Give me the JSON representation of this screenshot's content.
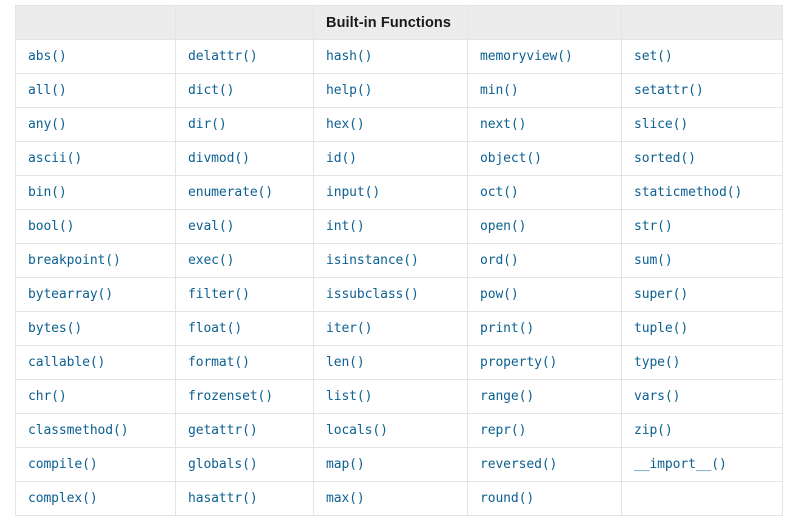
{
  "table": {
    "header": {
      "cells": [
        "",
        "",
        "Built-in Functions",
        "",
        ""
      ]
    },
    "rows": [
      [
        "abs()",
        "delattr()",
        "hash()",
        "memoryview()",
        "set()"
      ],
      [
        "all()",
        "dict()",
        "help()",
        "min()",
        "setattr()"
      ],
      [
        "any()",
        "dir()",
        "hex()",
        "next()",
        "slice()"
      ],
      [
        "ascii()",
        "divmod()",
        "id()",
        "object()",
        "sorted()"
      ],
      [
        "bin()",
        "enumerate()",
        "input()",
        "oct()",
        "staticmethod()"
      ],
      [
        "bool()",
        "eval()",
        "int()",
        "open()",
        "str()"
      ],
      [
        "breakpoint()",
        "exec()",
        "isinstance()",
        "ord()",
        "sum()"
      ],
      [
        "bytearray()",
        "filter()",
        "issubclass()",
        "pow()",
        "super()"
      ],
      [
        "bytes()",
        "float()",
        "iter()",
        "print()",
        "tuple()"
      ],
      [
        "callable()",
        "format()",
        "len()",
        "property()",
        "type()"
      ],
      [
        "chr()",
        "frozenset()",
        "list()",
        "range()",
        "vars()"
      ],
      [
        "classmethod()",
        "getattr()",
        "locals()",
        "repr()",
        "zip()"
      ],
      [
        "compile()",
        "globals()",
        "map()",
        "reversed()",
        "__import__()"
      ],
      [
        "complex()",
        "hasattr()",
        "max()",
        "round()",
        ""
      ]
    ]
  },
  "colors": {
    "link": "#0d6091",
    "header_bg": "#ececec",
    "header_text": "#1a1a1a",
    "border": "#e4e4e4",
    "page_bg": "#ffffff"
  }
}
